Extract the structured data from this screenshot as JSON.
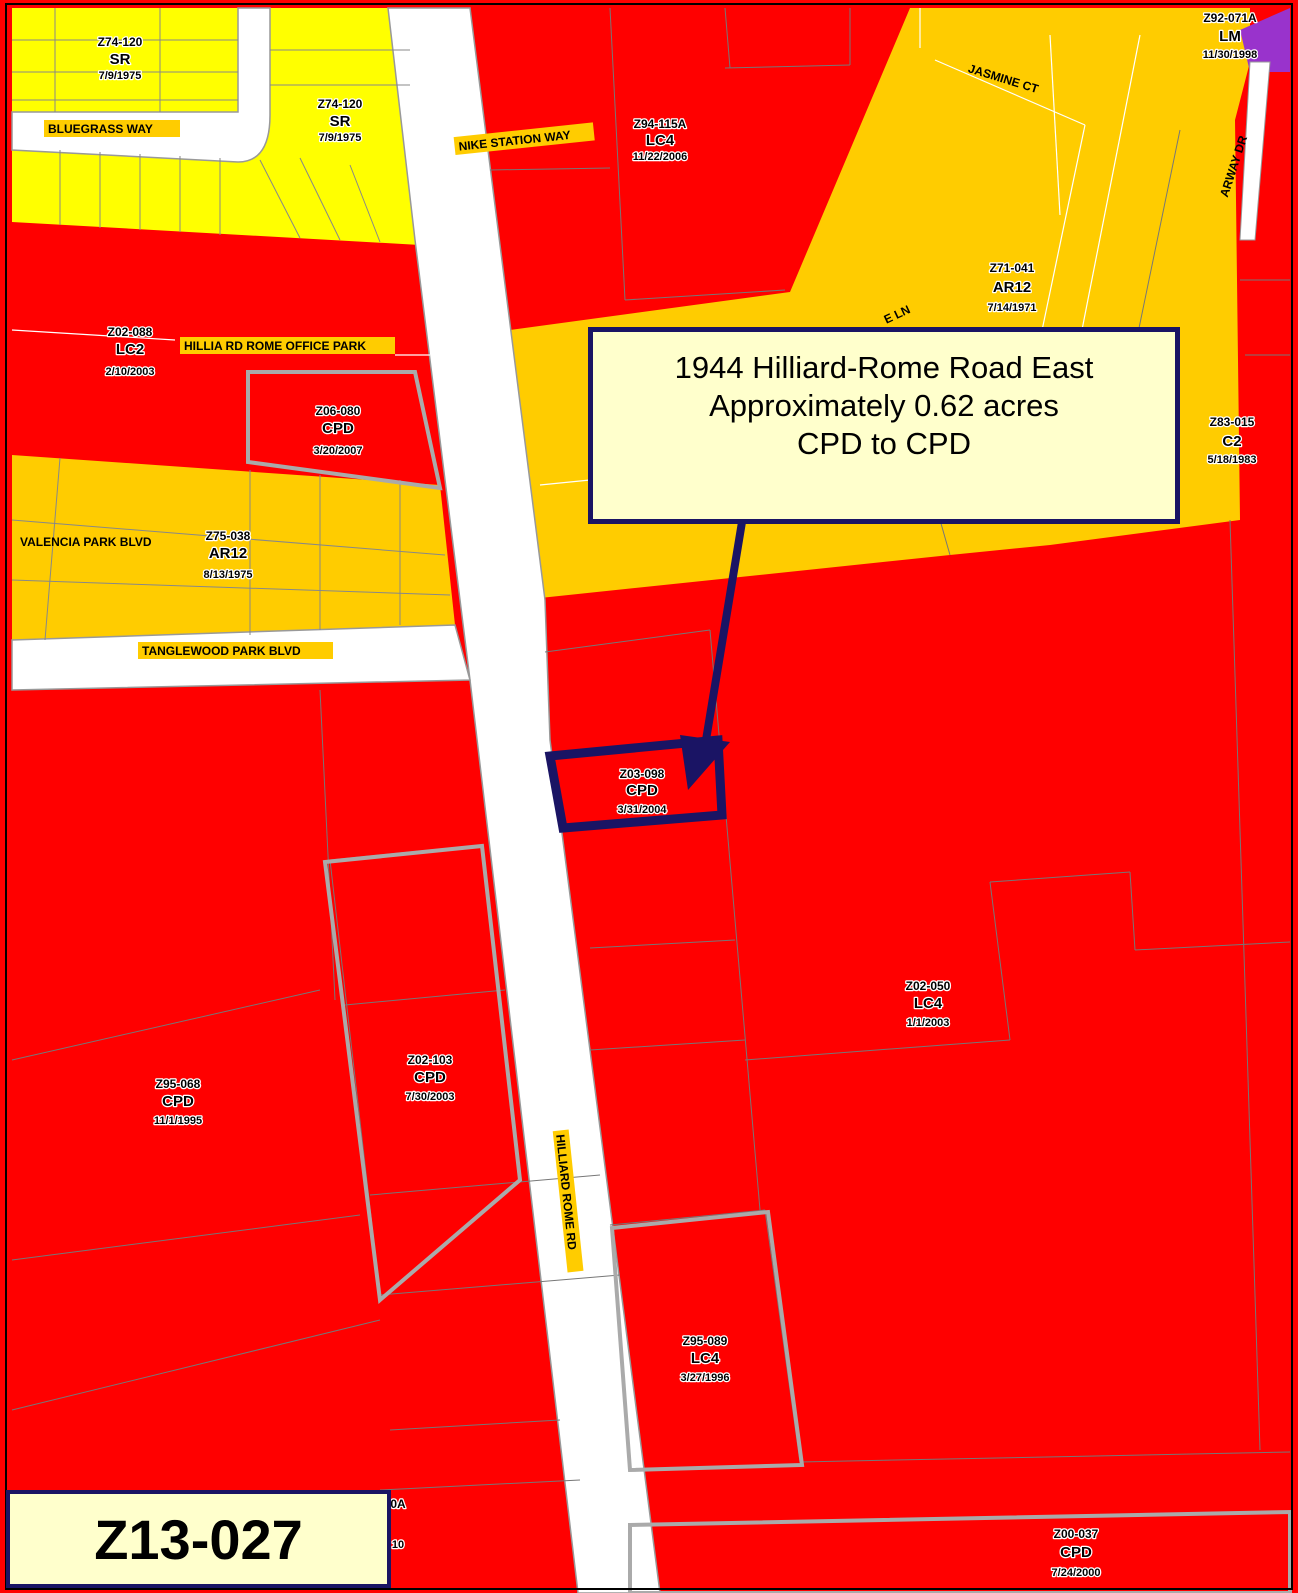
{
  "case_number": "Z13-027",
  "callout": {
    "line1": "1944 Hilliard-Rome Road East",
    "line2": "Approximately 0.62 acres",
    "line3": "CPD to CPD"
  },
  "colors": {
    "commercial": "#ff0000",
    "apartment": "#ffcc00",
    "single_residential": "#ffff00",
    "road": "#ffffff",
    "manufacturing": "#9933cc",
    "callout_fill": "#ffffcc",
    "callout_border": "#1a1464",
    "street_label_bg": "#ffcc00"
  },
  "streets": {
    "bluegrass": "BLUEGRASS WAY",
    "nike": "NIKE STATION WAY",
    "jasmine": "JASMINE CT",
    "airway": "ARWAY DR",
    "hilliard_office": "HILLIA RD ROME OFFICE PARK",
    "valencia": "VALENCIA PARK BLVD",
    "tanglewood": "TANGLEWOOD PARK BLVD",
    "hilliard_rome": "HILLIARD ROME RD",
    "lane_partial": "E LN"
  },
  "zones": {
    "z74_120_a": {
      "id": "Z74-120",
      "code": "SR",
      "date": "7/9/1975"
    },
    "z74_120_b": {
      "id": "Z74-120",
      "code": "SR",
      "date": "7/9/1975"
    },
    "z94_115a": {
      "id": "Z94-115A",
      "code": "LC4",
      "date": "11/22/2006"
    },
    "z92_071a": {
      "id": "Z92-071A",
      "code": "LM",
      "date": "11/30/1998"
    },
    "z71_041": {
      "id": "Z71-041",
      "code": "AR12",
      "date": "7/14/1971"
    },
    "z02_088": {
      "id": "Z02-088",
      "code": "LC2",
      "date": "2/10/2003"
    },
    "z06_080": {
      "id": "Z06-080",
      "code": "CPD",
      "date": "3/20/2007"
    },
    "z83_015": {
      "id": "Z83-015",
      "code": "C2",
      "date": "5/18/1983"
    },
    "z75_038": {
      "id": "Z75-038",
      "code": "AR12",
      "date": "8/13/1975"
    },
    "z03_098": {
      "id": "Z03-098",
      "code": "CPD",
      "date": "3/31/2004"
    },
    "z02_050": {
      "id": "Z02-050",
      "code": "LC4",
      "date": "1/1/2003"
    },
    "z02_103": {
      "id": "Z02-103",
      "code": "CPD",
      "date": "7/30/2003"
    },
    "z95_068": {
      "id": "Z95-068",
      "code": "CPD",
      "date": "11/1/1995"
    },
    "z95_089": {
      "id": "Z95-089",
      "code": "LC4",
      "date": "3/27/1996"
    },
    "z00_037": {
      "id": "Z00-037",
      "code": "CPD",
      "date": "7/24/2000"
    },
    "partial": {
      "id": "0A",
      "date": "10"
    }
  }
}
